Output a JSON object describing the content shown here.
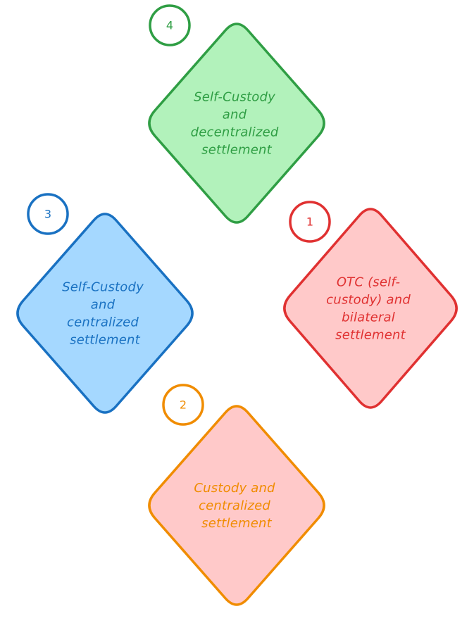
{
  "nodes": [
    {
      "id": "node-4",
      "number": "4",
      "lines": [
        "Self-Custody",
        "and",
        "decentralized",
        "settlement"
      ],
      "stroke": "#2f9e44",
      "fill": "#b2f2bb"
    },
    {
      "id": "node-3",
      "number": "3",
      "lines": [
        "Self-Custody",
        "and",
        "centralized",
        "settlement"
      ],
      "stroke": "#1971c2",
      "fill": "#a5d8ff"
    },
    {
      "id": "node-1",
      "number": "1",
      "lines": [
        "OTC (self-",
        "custody) and",
        "bilateral",
        "settlement"
      ],
      "stroke": "#e03131",
      "fill": "#ffc9c9"
    },
    {
      "id": "node-2",
      "number": "2",
      "lines": [
        "Custody and",
        "centralized",
        "settlement"
      ],
      "stroke": "#f08c00",
      "fill": "#ffc9c9"
    }
  ]
}
